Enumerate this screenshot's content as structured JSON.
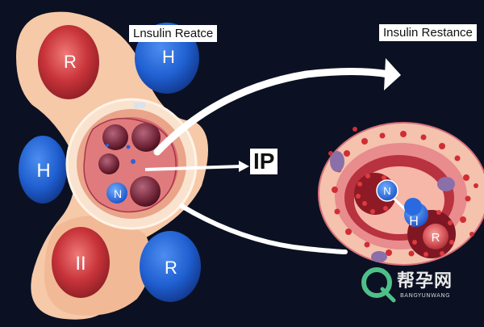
{
  "labels": {
    "left_title": "Lnsulin Reatce",
    "right_title": "Insulin Restance",
    "center_marker": "IP"
  },
  "cells": {
    "r_top_left": "R",
    "h_top": "H",
    "h_left": "H",
    "r_bottom_left": "II",
    "r_bottom": "R",
    "inner_n": "N",
    "right_n": "N",
    "right_h": "H",
    "right_r": "R"
  },
  "watermark": {
    "text_cn": "帮孕网",
    "text_en": "BANGYUNWANG"
  },
  "colors": {
    "background": "#0b1122",
    "blue_cell": "#1f5fd0",
    "red_cell": "#c8343a",
    "tissue_peach": "#f6c9a8",
    "arrow": "#ffffff"
  }
}
